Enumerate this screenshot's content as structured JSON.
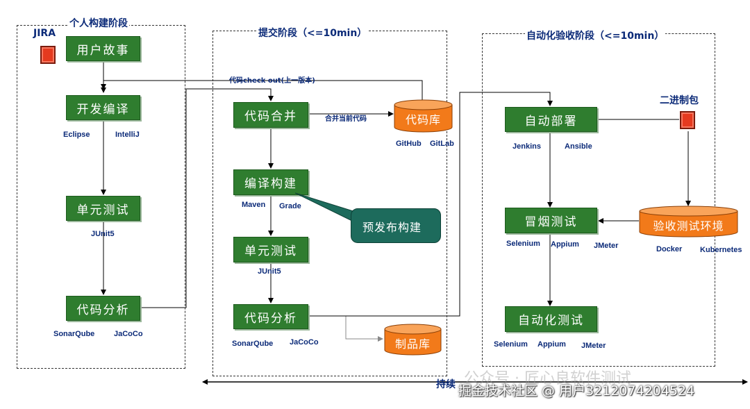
{
  "stages": {
    "personal": "个人构建阶段",
    "commit": "提交阶段（<=10min）",
    "acceptance": "自动化验收阶段（<=10min）"
  },
  "labels": {
    "jira": "JIRA",
    "binary": "二进制包",
    "continuous": "持续"
  },
  "personal": {
    "user_story": "用户故事",
    "dev_compile": "开发编译",
    "unit_test": "单元测试",
    "code_analysis": "代码分析",
    "tool_eclipse": "Eclipse",
    "tool_intellij": "IntelliJ",
    "tool_junit": "JUnit5",
    "tool_sonar": "SonarQube",
    "tool_jacoco": "JaCoCo"
  },
  "commit": {
    "checkout_label": "代码check out(上一版本)",
    "merge": "代码合并",
    "merge_label": "合并当前代码",
    "repo": "代码库",
    "tool_github": "GitHub",
    "tool_gitlab": "GitLab",
    "build": "编译构建",
    "tool_maven": "Maven",
    "tool_grade": "Grade",
    "prerelease": "预发布构建",
    "unit_test": "单元测试",
    "tool_junit": "JUnit5",
    "code_analysis": "代码分析",
    "tool_sonar": "SonarQube",
    "tool_jacoco": "JaCoCo",
    "artifact": "制品库"
  },
  "acceptance": {
    "deploy": "自动部署",
    "tool_jenkins": "Jenkins",
    "tool_ansible": "Ansible",
    "smoke": "冒烟测试",
    "tool_selenium": "Selenium",
    "tool_appium": "Appium",
    "tool_jmeter": "JMeter",
    "env": "验收测试环境",
    "tool_docker": "Docker",
    "tool_k8s": "Kubernetes",
    "auto_test": "自动化测试",
    "tool_selenium2": "Selenium",
    "tool_appium2": "Appium",
    "tool_jmeter2": "JMeter"
  },
  "watermark": {
    "wechat": "公众号 · 匠心良软件测试",
    "juejin": "掘金技术社区 @ 用户3212074204524"
  },
  "colors": {
    "box_green": "#2f7d2f",
    "callout_teal": "#1d6b5c",
    "cylinder_orange": "#f27a1a",
    "text_blue": "#0b2a78",
    "red_square": "#e53a1f"
  }
}
